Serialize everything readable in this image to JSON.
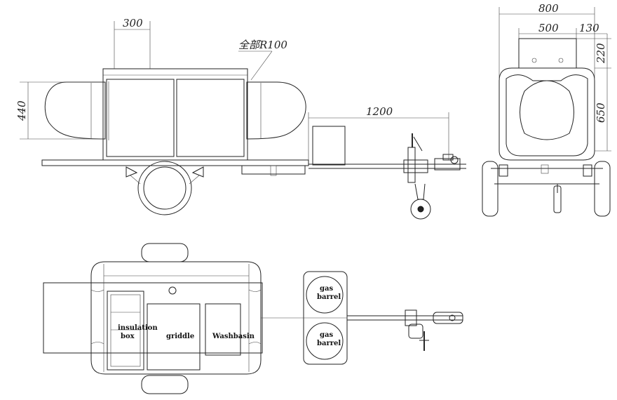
{
  "dimensions": {
    "side_top_width": "300",
    "side_radius_note": "全部R100",
    "side_height": "440",
    "side_drawbar_length": "1200",
    "front_total_width": "800",
    "front_inner_width": "500",
    "front_side_width": "130",
    "front_top_height": "220",
    "front_body_height": "650"
  },
  "labels": {
    "gas_barrel_top": [
      "gas",
      "barrel"
    ],
    "gas_barrel_bottom": [
      "gas",
      "barrel"
    ],
    "insulation_box": [
      "insulation",
      "box"
    ],
    "griddle": "griddle",
    "washbasin": "Washbasin"
  },
  "colors": {
    "line": "#222222",
    "background": "#ffffff"
  }
}
